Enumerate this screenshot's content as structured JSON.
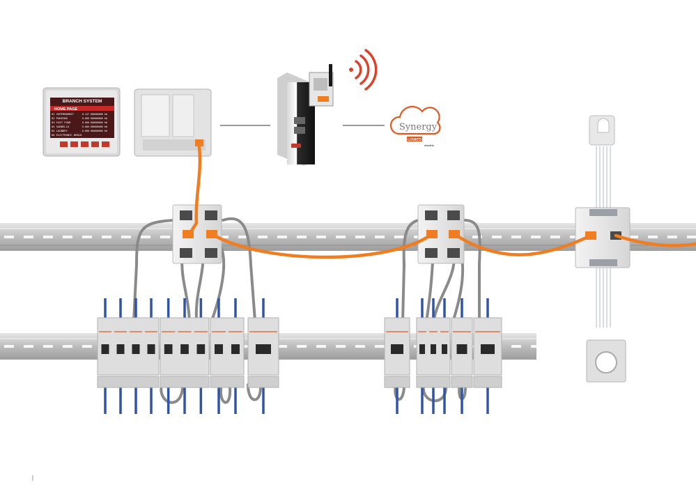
{
  "diagram": {
    "colors": {
      "cable_ethernet": "#ef7d22",
      "cable_grey": "#8a8a8a",
      "wire_blue": "#2f55a4",
      "rail": "#c9c9c9",
      "device_body": "#e4e4e4",
      "brand_orange": "#e2571e",
      "hmi_screen": "#4a1818"
    },
    "hmi_display": {
      "title": "BRANCH SYSTEM",
      "home_label": "HOME PAGE",
      "rows": [
        {
          "label": "01 SUPERMARKET",
          "value": "0.147 000000000 kW"
        },
        {
          "label": "02 PARKING",
          "value": "0.000 000000000 kW"
        },
        {
          "label": "03 FAST FOOD",
          "value": "0.000 000000000 kW"
        },
        {
          "label": "04 SANDELLO",
          "value": "0.000 000000000 kW"
        },
        {
          "label": "05 LAUNDRY",
          "value": "0.000 000000000 kW"
        },
        {
          "label": "06 ELECTRONIC WORLD",
          "value": ""
        }
      ]
    },
    "cloud": {
      "brand": "Synergy",
      "logo_text": "LOVATO",
      "logo_sub": "electric"
    },
    "icons": [
      "wifi-signal-icon",
      "cloud-icon",
      "antenna-icon"
    ]
  }
}
